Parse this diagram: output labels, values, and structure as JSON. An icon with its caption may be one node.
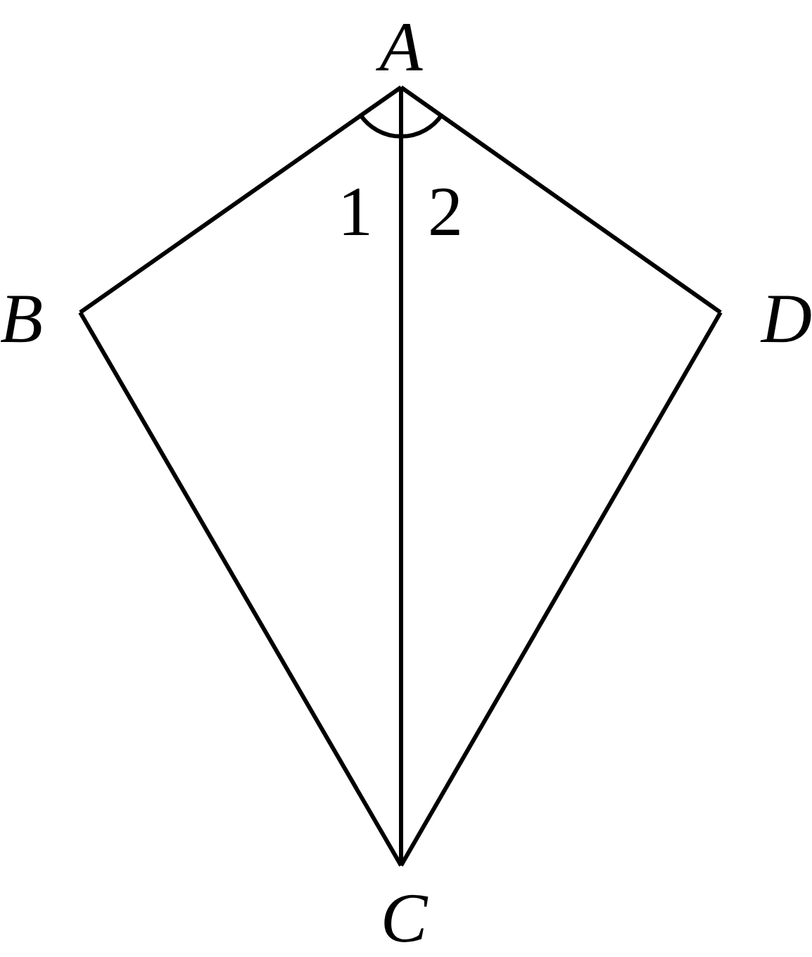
{
  "diagram": {
    "nodes": [
      {
        "text": [
          "A"
        ]
      },
      {
        "text": [
          "B"
        ]
      },
      {
        "text": [
          "D"
        ]
      },
      {
        "text": [
          "C"
        ]
      }
    ],
    "edges": [
      {
        "from": 0,
        "to": 1,
        "arrow": "none"
      },
      {
        "from": 1,
        "to": 3,
        "arrow": "none"
      },
      {
        "from": 3,
        "to": 2,
        "arrow": "none"
      },
      {
        "from": 2,
        "to": 0,
        "arrow": "none"
      },
      {
        "from": 0,
        "to": 3,
        "arrow": "none"
      }
    ],
    "labels": [
      "1",
      "2"
    ]
  }
}
